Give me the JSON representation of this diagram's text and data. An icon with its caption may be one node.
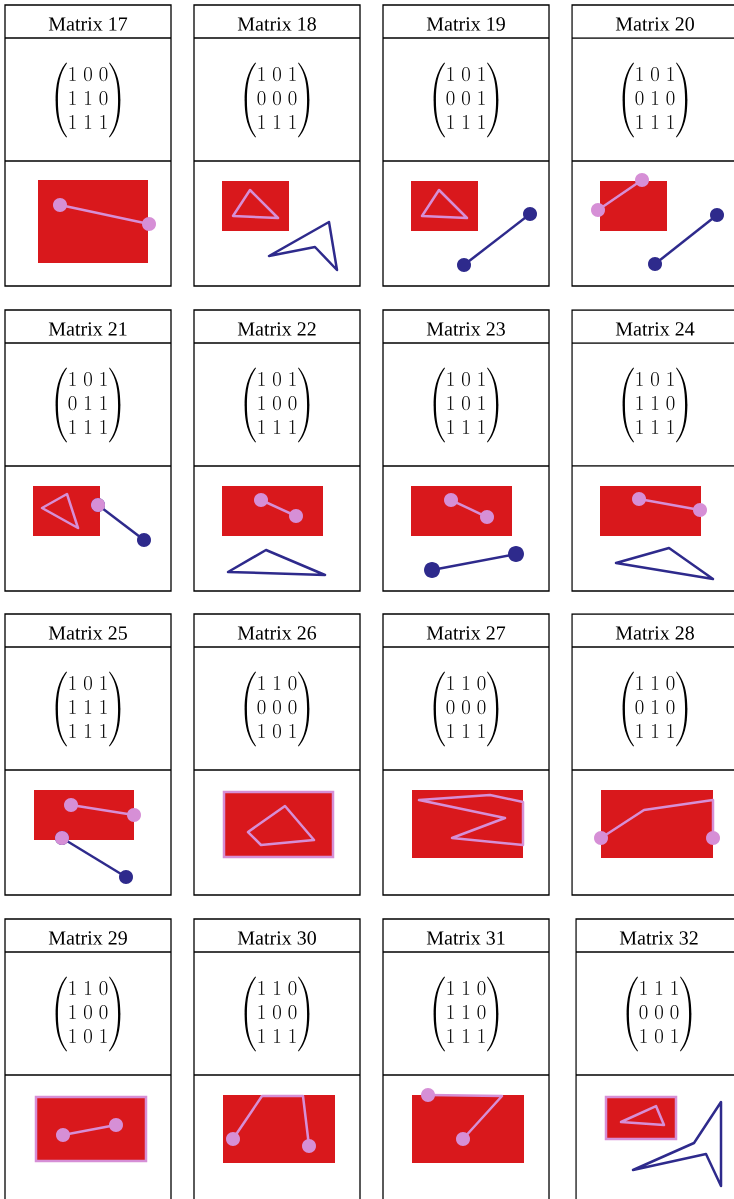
{
  "diagram": {
    "nodes": [
      {
        "text": [
          "Matrix 17",
          "\\begin{pmatrix}1&0&0\\\\1&1&0\\\\1&1&1\\end{pmatrix}"
        ]
      },
      {
        "text": [
          "Matrix 18",
          "\\begin{pmatrix}1&0&1\\\\0&0&0\\\\1&1&1\\end{pmatrix}"
        ]
      },
      {
        "text": [
          "Matrix 19",
          "\\begin{pmatrix}1&0&1\\\\0&0&1\\\\1&1&1\\end{pmatrix}"
        ]
      },
      {
        "text": [
          "Matrix 20",
          "\\begin{pmatrix}1&0&1\\\\0&1&0\\\\1&1&1\\end{pmatrix}"
        ]
      },
      {
        "text": [
          "Matrix 21",
          "\\begin{pmatrix}1&0&1\\\\0&1&1\\\\1&1&1\\end{pmatrix}"
        ]
      },
      {
        "text": [
          "Matrix 22",
          "\\begin{pmatrix}1&0&1\\\\1&0&0\\\\1&1&1\\end{pmatrix}"
        ]
      },
      {
        "text": [
          "Matrix 23",
          "\\begin{pmatrix}1&0&1\\\\1&0&1\\\\1&1&1\\end{pmatrix}"
        ]
      },
      {
        "text": [
          "Matrix 24",
          "\\begin{pmatrix}1&0&1\\\\1&1&0\\\\1&1&1\\end{pmatrix}"
        ]
      },
      {
        "text": [
          "Matrix 25",
          "\\begin{pmatrix}1&0&1\\\\1&1&1\\\\1&1&1\\end{pmatrix}"
        ]
      },
      {
        "text": [
          "Matrix 26",
          "\\begin{pmatrix}1&1&0\\\\0&0&0\\\\1&0&1\\end{pmatrix}"
        ]
      },
      {
        "text": [
          "Matrix 27",
          "\\begin{pmatrix}1&1&0\\\\0&0&0\\\\1&1&1\\end{pmatrix}"
        ]
      },
      {
        "text": [
          "Matrix 28",
          "\\begin{pmatrix}1&1&0\\\\0&1&0\\\\1&1&1\\end{pmatrix}"
        ]
      },
      {
        "text": [
          "Matrix 29",
          "\\begin{pmatrix}1&1&0\\\\1&0&0\\\\1&0&1\\end{pmatrix}"
        ]
      },
      {
        "text": [
          "Matrix 30",
          "\\begin{pmatrix}1&1&0\\\\1&0&0\\\\1&1&1\\end{pmatrix}"
        ]
      },
      {
        "text": [
          "Matrix 31",
          "\\begin{pmatrix}1&1&0\\\\1&1&0\\\\1&1&1\\end{pmatrix}"
        ]
      },
      {
        "text": [
          "Matrix 32",
          "\\begin{pmatrix}1&1&1\\\\0&0&0\\\\1&0&1\\end{pmatrix}"
        ]
      }
    ]
  }
}
